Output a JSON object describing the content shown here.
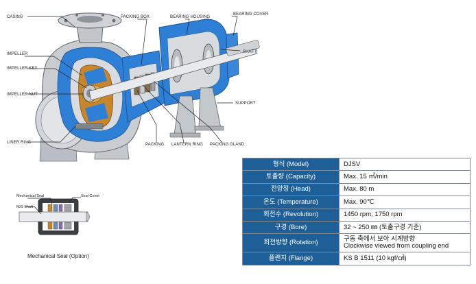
{
  "labels": {
    "casing": "CASING",
    "packing_box": "PACKING BOX",
    "bearing_housing": "BEARING HOUSING",
    "bearing_cover": "BEARING COVER",
    "shaft": "SHAFT",
    "impeller": "IMPELLER",
    "impeller_key": "IMPELLER KEY",
    "impeller_nut": "IMPELLER NUT",
    "support": "SUPPORT",
    "liner_ring": "LINER RING",
    "packing": "PACKING",
    "lantern_ring": "LANTERN RING",
    "packing_gland": "PACKING GLAND"
  },
  "seal_detail": {
    "mechanical_seal": "Mechanical Seal",
    "seal_cover": "Seal Cover",
    "ms_shaft": "M/S Shaft",
    "caption": "Mechanical Seal (Option)"
  },
  "colors": {
    "casing_blue": "#2e7fd6",
    "metal_grey": "#c9cdd2",
    "impeller_orange": "#c8862c",
    "table_header": "#1f5f97"
  },
  "spec_table": [
    {
      "key": "형식 (Model)",
      "value": [
        "DJSV"
      ]
    },
    {
      "key": "토출량 (Capacity)",
      "value": [
        "Max. 15 ㎥/min"
      ]
    },
    {
      "key": "전양정 (Head)",
      "value": [
        "Max. 80 m"
      ]
    },
    {
      "key": "온도 (Temperature)",
      "value": [
        "Max. 90℃"
      ]
    },
    {
      "key": "회전수 (Revolution)",
      "value": [
        "1450 rpm, 1750 rpm"
      ]
    },
    {
      "key": "구경 (Bore)",
      "value": [
        "32 ~ 250 ㎜ (토출구경 기준)"
      ]
    },
    {
      "key": "회전방향 (Rotation)",
      "value": [
        "구동 축에서 보아 시계방향",
        "Clockwise viewed from coupling end"
      ]
    },
    {
      "key": "플랜지 (Flange)",
      "value": [
        "KS B 1511 (10 kgf/㎠)"
      ]
    }
  ]
}
